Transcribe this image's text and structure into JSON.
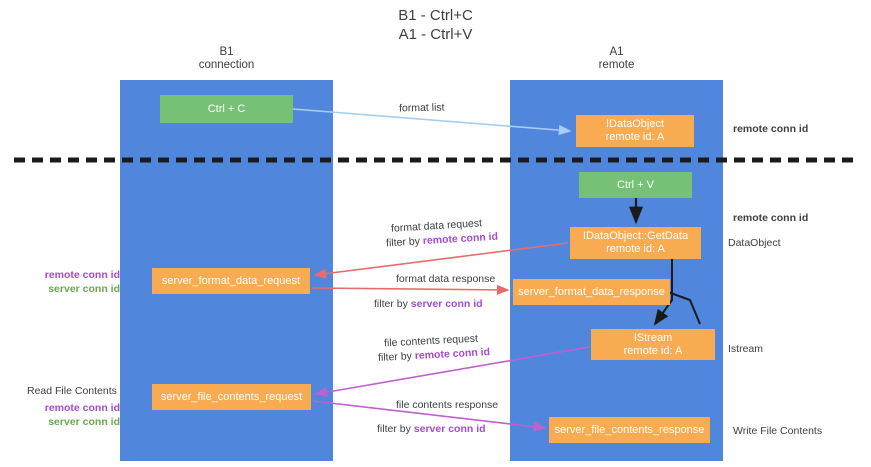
{
  "title": {
    "line1": "B1 - Ctrl+C",
    "line2": "A1 - Ctrl+V"
  },
  "columns": {
    "left": {
      "name": "B1",
      "role": "connection"
    },
    "right": {
      "name": "A1",
      "role": "remote"
    }
  },
  "nodes": {
    "ctrl_c": {
      "label": "Ctrl + C",
      "color": "#77c176"
    },
    "idataobject": {
      "line1": "IDataObject",
      "line2": "remote id: A",
      "color": "#f9ab51"
    },
    "ctrl_v": {
      "label": "Ctrl + V",
      "color": "#77c176"
    },
    "getdata": {
      "line1": "IDataObject::GetData",
      "line2": "remote id: A",
      "color": "#f9ab51"
    },
    "server_format_data_request": {
      "label": "server_format_data_request",
      "color": "#f9ab51"
    },
    "server_format_data_response": {
      "label": "server_format_data_response",
      "color": "#f9ab51"
    },
    "istream": {
      "line1": "IStream",
      "line2": "remote id: A",
      "color": "#f9ab51"
    },
    "server_file_contents_request": {
      "label": "server_file_contents_request",
      "color": "#f9ab51"
    },
    "server_file_contents_response": {
      "label": "server_file_contents_response",
      "color": "#f9ab51"
    }
  },
  "edges": {
    "format_list": "format list",
    "format_data_request": "format data request",
    "format_data_request_filter_prefix": "filter by ",
    "format_data_request_filter_key": "remote conn id",
    "format_data_response": "format data response",
    "format_data_response_filter_prefix": "filter by ",
    "format_data_response_filter_key": "server conn id",
    "file_contents_request": "file contents request",
    "file_contents_request_filter_prefix": "filter by ",
    "file_contents_request_filter_key": "remote conn id",
    "file_contents_response": "file contents response",
    "file_contents_response_filter_prefix": "filter by ",
    "file_contents_response_filter_key": "server conn id"
  },
  "annotations": {
    "right_top_conn": "remote conn id",
    "right_mid_conn": "remote conn id",
    "right_dataobject": "DataObject",
    "right_istream": "Istream",
    "right_write_file": "Write File Contents",
    "left_mid_remote": "remote conn id",
    "left_mid_server": "server conn id",
    "left_read_file": "Read File Contents",
    "left_bot_remote": "remote conn id",
    "left_bot_server": "server conn id"
  },
  "colors": {
    "lane": "#5186dd",
    "green_node": "#77c176",
    "orange_node": "#f9ab51",
    "purple_text": "#a64ad3",
    "green_text": "#6aa84f",
    "arrow_blue": "#a8cdf0",
    "arrow_red": "#ea6b6b",
    "arrow_magenta": "#c060d0",
    "arrow_black": "#1a1a1a",
    "divider": "#1a1a1a"
  }
}
